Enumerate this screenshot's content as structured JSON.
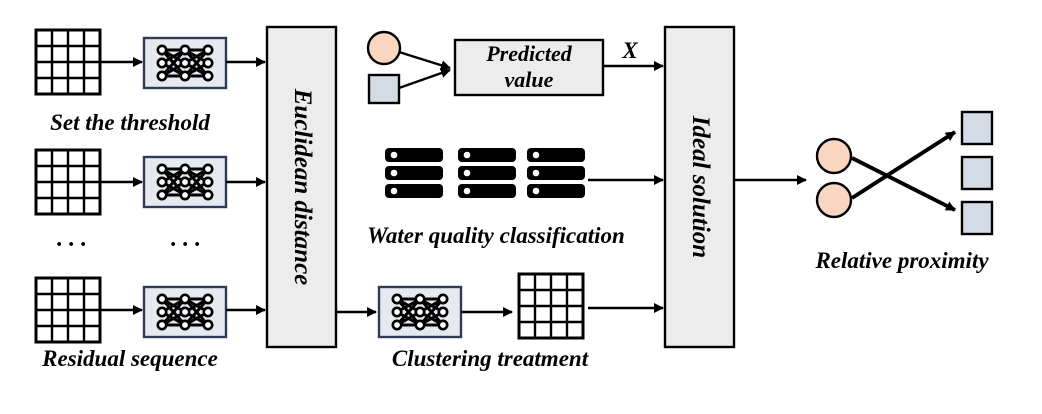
{
  "labels": {
    "set_threshold": "Set the threshold",
    "residual_sequence": "Residual sequence",
    "ellipsis_left": "· · ·",
    "ellipsis_right": "· · ·",
    "euclidean_distance": "Euclidean distance",
    "predicted_line1": "Predicted",
    "predicted_line2": "value",
    "x_label": "X",
    "water_quality": "Water quality classification",
    "clustering_treatment": "Clustering treatment",
    "ideal_solution": "Ideal solution",
    "relative_proximity": "Relative proximity"
  },
  "colors": {
    "box_fill": "#ececec",
    "network_fill": "#e6eaf0",
    "network_border": "#2f3a55",
    "circle_fill": "#f8d6c0",
    "square_fill": "#d3dbe6",
    "stroke": "#000000"
  }
}
